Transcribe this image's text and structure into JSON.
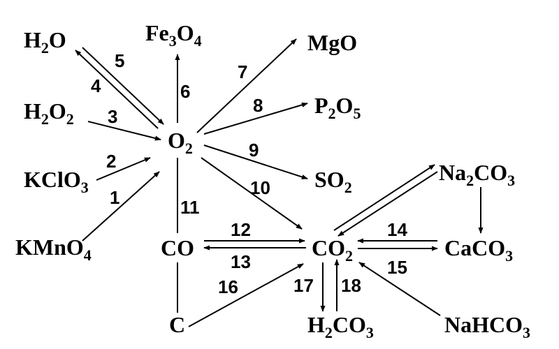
{
  "compounds": {
    "h2o": {
      "label": "H",
      "sub": "2",
      "tail": "O"
    },
    "fe3o4": {
      "label": "Fe",
      "sub": "3",
      "tail": "O",
      "sub2": "4"
    },
    "mgo": {
      "label": "MgO"
    },
    "h2o2": {
      "label": "H",
      "sub": "2",
      "tail": "O",
      "sub2": "2"
    },
    "p2o5": {
      "label": "P",
      "sub": "2",
      "tail": "O",
      "sub2": "5"
    },
    "o2": {
      "label": "O",
      "sub": "2"
    },
    "kclo3": {
      "label": "KClO",
      "sub": "3"
    },
    "so2": {
      "label": "SO",
      "sub": "2"
    },
    "na2co3": {
      "label": "Na",
      "sub": "2",
      "tail": "CO",
      "sub2": "3"
    },
    "kmno4": {
      "label": "KMnO",
      "sub": "4"
    },
    "co": {
      "label": "CO"
    },
    "co2": {
      "label": "CO",
      "sub": "2"
    },
    "caco3": {
      "label": "CaCO",
      "sub": "3"
    },
    "c": {
      "label": "C"
    },
    "h2co3": {
      "label": "H",
      "sub": "2",
      "tail": "CO",
      "sub2": "3"
    },
    "nahco3": {
      "label": "NaHCO",
      "sub": "3"
    }
  },
  "reactions": [
    "1",
    "2",
    "3",
    "4",
    "5",
    "6",
    "7",
    "8",
    "9",
    "10",
    "11",
    "12",
    "13",
    "14",
    "15",
    "16",
    "17",
    "18"
  ]
}
